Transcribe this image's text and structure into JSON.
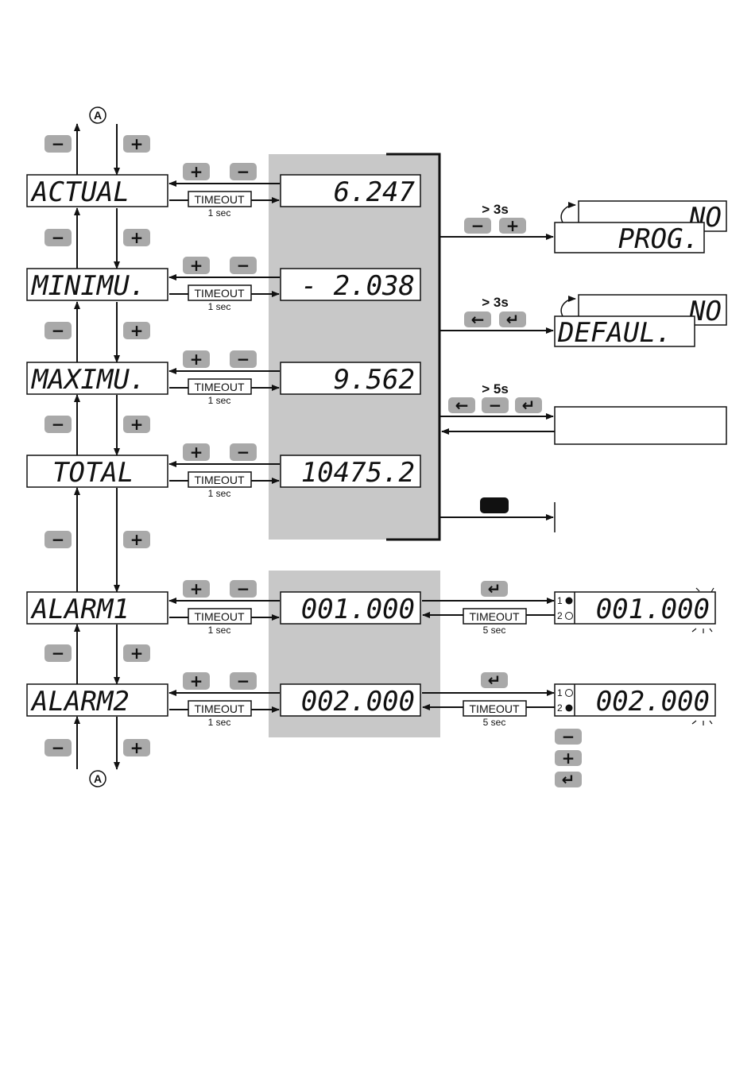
{
  "connector_label": "A",
  "keys": {
    "minus": "−",
    "plus": "+",
    "left": "←",
    "enter": "↵"
  },
  "timeout_label": "TIMEOUT",
  "left_screens": [
    {
      "label": "ACTUAL",
      "value": "6.247",
      "timeout": "1 sec"
    },
    {
      "label": "MINIMU.",
      "value": "- 2.038",
      "timeout": "1 sec"
    },
    {
      "label": "MAXIMU.",
      "value": "9.562",
      "timeout": "1 sec"
    },
    {
      "label": "TOTAL",
      "value": "10475.2",
      "timeout": "1 sec"
    },
    {
      "label": "ALARM1",
      "value": "001.000",
      "timeout": "1 sec"
    },
    {
      "label": "ALARM2",
      "value": "002.000",
      "timeout": "1 sec"
    }
  ],
  "right_branches": [
    {
      "hold": "> 3s",
      "screen_back": "NO",
      "screen_front": "PROG."
    },
    {
      "hold": "> 3s",
      "screen_back": "NO",
      "screen_front": "DEFAUL."
    },
    {
      "hold": "> 5s"
    }
  ],
  "alarm_edit": [
    {
      "value": "001.000",
      "timeout": "5 sec",
      "ind1": "1",
      "ind2": "2"
    },
    {
      "value": "002.000",
      "timeout": "5 sec",
      "ind1": "1",
      "ind2": "2"
    }
  ]
}
